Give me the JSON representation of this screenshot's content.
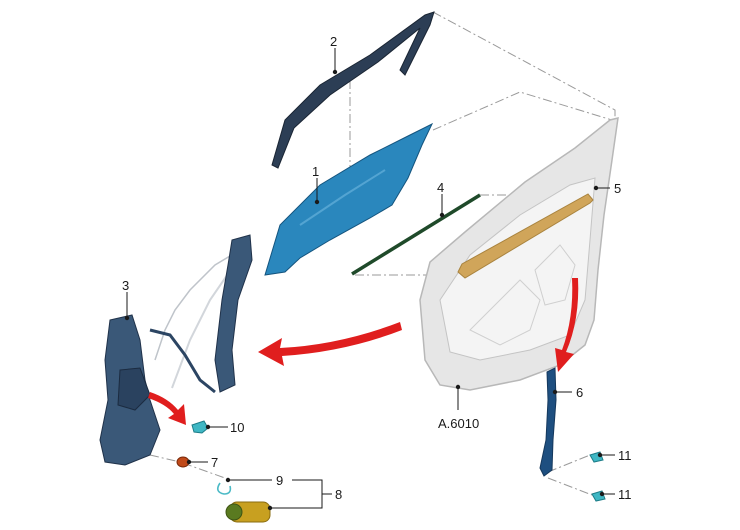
{
  "diagram": {
    "callouts": {
      "c1": "1",
      "c2": "2",
      "c3": "3",
      "c4": "4",
      "c5": "5",
      "c6": "6",
      "c7": "7",
      "c8": "8",
      "c9": "9",
      "c10": "10",
      "c11a": "11",
      "c11b": "11",
      "ref": "A.6010"
    },
    "colors": {
      "glass": "#2a87bd",
      "glass_dark": "#1a5f8e",
      "run_channel": "#2c3e55",
      "regulator": "#3a5878",
      "seal_strip": "#1f4a2a",
      "belt_moulding": "#d0a55a",
      "door_shell": "#e6e6e6",
      "door_outline": "#b8b8b8",
      "guide_rail": "#1e4f80",
      "arrow": "#e01e1e",
      "clip": "#3fb7c4",
      "motor": "#c8a020",
      "bolt": "#c04a1a"
    }
  }
}
